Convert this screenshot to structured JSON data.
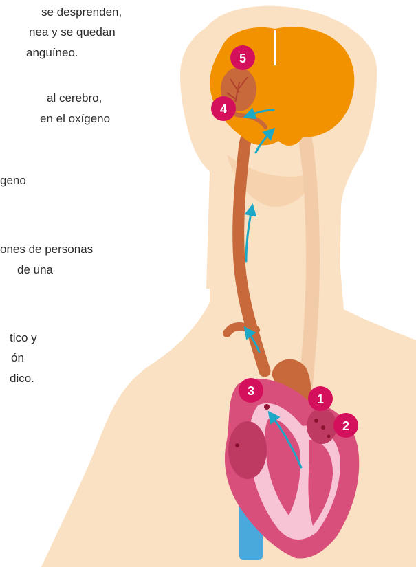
{
  "text_lines": [
    "se desprenden,",
    "nea y se quedan",
    "anguíneo.",
    "al cerebro,",
    "en el oxígeno",
    "geno",
    "ones de personas",
    "de una",
    "tico y",
    "ón",
    "dico."
  ],
  "markers": [
    "5",
    "4",
    "3",
    "1",
    "2"
  ],
  "colors": {
    "skin": "#fbe1c4",
    "brain": "#f39200",
    "artery": "#c8693c",
    "heart": "#d94f7c",
    "heart_inner": "#f7c4d6",
    "vein": "#4aa9dc",
    "flow_arrow": "#1ea8c7",
    "marker": "#d40f5c"
  },
  "icons": [
    "flow-arrow-icon",
    "number-marker-icon"
  ]
}
